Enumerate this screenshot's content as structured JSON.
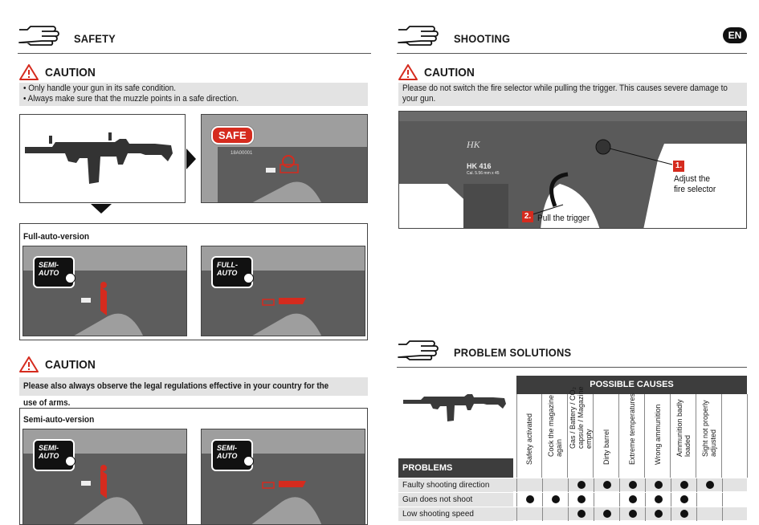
{
  "left_header": {
    "title": "SAFETY",
    "icon": "hand-pointer-icon"
  },
  "right_header": {
    "title": "SHOOTING",
    "badge": "EN",
    "icon": "hand-pointer-icon"
  },
  "caution_label": "CAUTION",
  "safety_caution": {
    "lines": [
      "• Only handle your gun in its safe condition.",
      "• Always make sure that the muzzle points in a safe direction."
    ]
  },
  "safe_badge": "SAFE",
  "serial_text": "18A00001",
  "full_auto": {
    "title": "Full-auto-version",
    "badges": [
      {
        "line1": "SEMI-",
        "line2": "AUTO"
      },
      {
        "line1": "FULL-",
        "line2": "AUTO"
      }
    ]
  },
  "legal_caution": {
    "text": "Please also always observe the legal regulations effective in your country for the use of arms."
  },
  "semi_auto": {
    "title": "Semi-auto-version",
    "badges": [
      {
        "line1": "SEMI-",
        "line2": "AUTO"
      },
      {
        "line1": "SEMI-",
        "line2": "AUTO"
      }
    ]
  },
  "shooting_caution": {
    "text": "Please do not switch the fire selector while pulling the trigger. This causes severe damage to your gun."
  },
  "shooting_photo": {
    "brand": "HK",
    "model": "HK 416",
    "caliber": "Cal. 5.56 mm x 45",
    "callouts": [
      {
        "num": "1.",
        "text_line1": "Adjust the",
        "text_line2": "fire selector"
      },
      {
        "num": "2.",
        "text_line1": "Pull the trigger",
        "text_line2": ""
      }
    ]
  },
  "problem_solutions": {
    "title": "PROBLEM SOLUTIONS",
    "possible_causes_label": "POSSIBLE CAUSES",
    "problems_label": "PROBLEMS",
    "causes": [
      "Safety activated",
      "Cock the magazine again",
      "Gas / Battery / CO₂ capsule / Magazine empty",
      "Dirty barrel",
      "Extreme temperatures",
      "Wrong ammunition",
      "Ammunition badly loaded",
      "Sight not properly adjusted",
      ""
    ],
    "rows": [
      {
        "label": "Faulty shooting direction",
        "marks": [
          0,
          0,
          1,
          1,
          1,
          1,
          1,
          1,
          0
        ]
      },
      {
        "label": "Gun does not shoot",
        "marks": [
          1,
          1,
          1,
          0,
          1,
          1,
          1,
          0,
          0
        ]
      },
      {
        "label": "Low shooting speed",
        "marks": [
          0,
          0,
          1,
          1,
          1,
          1,
          1,
          0,
          0
        ]
      }
    ]
  },
  "colors": {
    "accent_red": "#d52b1e",
    "dark_header": "#3d3d3d",
    "gray_band": "#e3e3e3"
  }
}
